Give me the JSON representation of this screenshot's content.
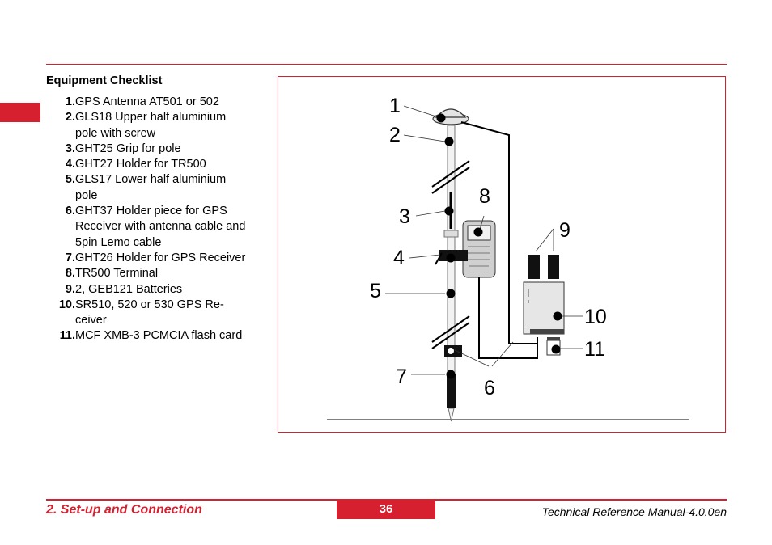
{
  "heading": "Equipment Checklist",
  "items": [
    {
      "num": "1.",
      "text": "GPS Antenna AT501 or 502"
    },
    {
      "num": "2.",
      "text": "GLS18 Upper half aluminium\npole with screw"
    },
    {
      "num": "3.",
      "text": "GHT25 Grip for pole"
    },
    {
      "num": "4.",
      "text": "GHT27 Holder for TR500"
    },
    {
      "num": "5.",
      "text": "GLS17 Lower half aluminium\npole"
    },
    {
      "num": "6.",
      "text": "GHT37 Holder piece for GPS\nReceiver with antenna cable and\n5pin Lemo cable"
    },
    {
      "num": "7.",
      "text": "GHT26 Holder for GPS Receiver"
    },
    {
      "num": "8.",
      "text": "TR500 Terminal"
    },
    {
      "num": "9.",
      "text": "2, GEB121 Batteries"
    },
    {
      "num": "10.",
      "text": "SR510, 520 or 530 GPS Re-\nceiver"
    },
    {
      "num": "11.",
      "text": "MCF XMB-3 PCMCIA flash card"
    }
  ],
  "figure": {
    "callouts": [
      "1",
      "2",
      "3",
      "4",
      "5",
      "6",
      "7",
      "8",
      "9",
      "10",
      "11"
    ]
  },
  "footer": {
    "section": "2. Set-up and Connection",
    "page": "36",
    "manual": "Technical Reference Manual-4.0.0en"
  },
  "colors": {
    "accent": "#d6202f"
  }
}
